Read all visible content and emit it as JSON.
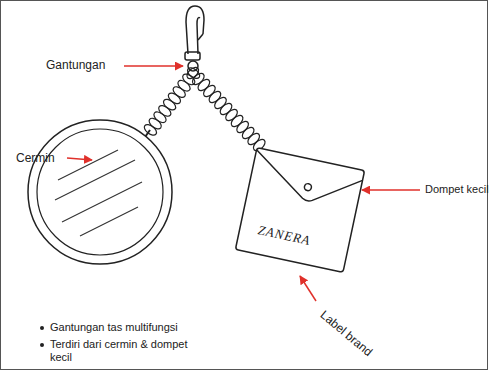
{
  "diagram": {
    "labels": [
      "Gantungan",
      "Cermin",
      "Dompet kecil",
      "ZANERA",
      "Label brand",
      "Gantungan tas multifungsi",
      "Terdiri dari cermin & dompet kecil"
    ]
  }
}
